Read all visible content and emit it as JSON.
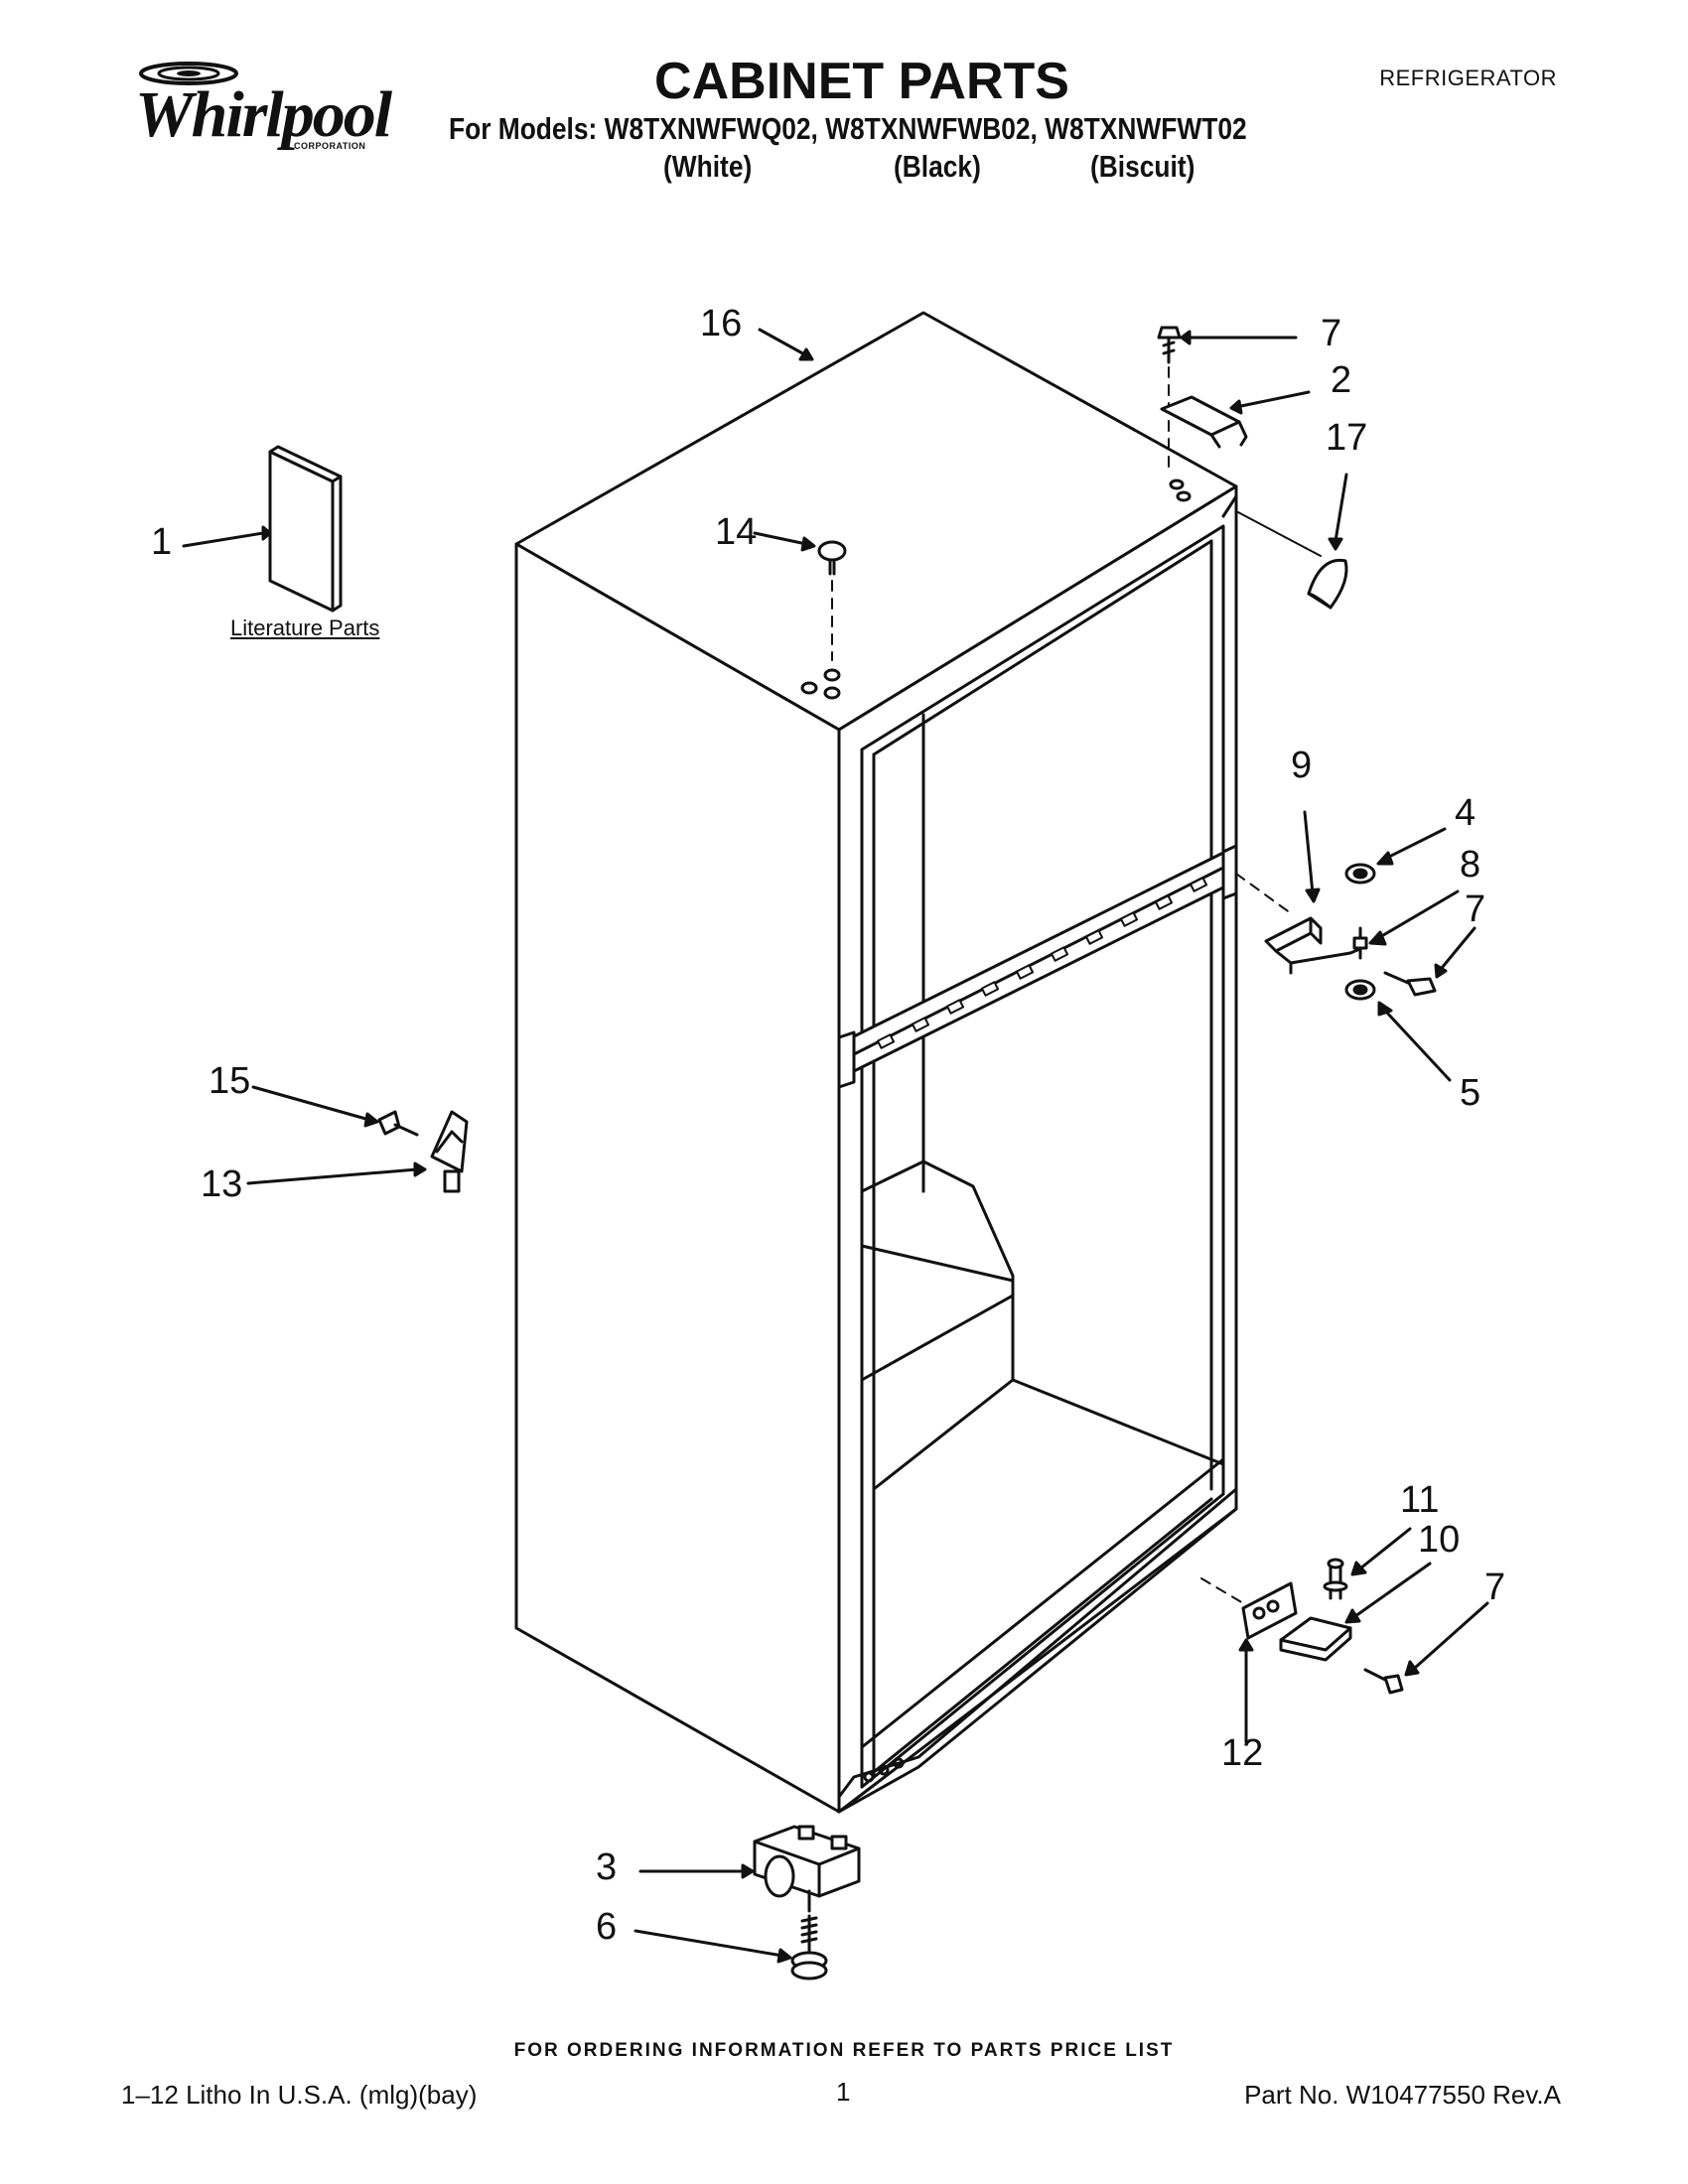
{
  "header": {
    "brand": "Whirlpool",
    "brand_sub": "CORPORATION",
    "title": "CABINET PARTS",
    "doc_type": "REFRIGERATOR",
    "models_line": "For Models: W8TXNWFWQ02, W8TXNWFWB02, W8TXNWFWT02",
    "variants": [
      "(White)",
      "(Black)",
      "(Biscuit)"
    ]
  },
  "diagram": {
    "literature_label": "Literature Parts",
    "callouts": [
      "16",
      "7",
      "2",
      "17",
      "1",
      "14",
      "9",
      "4",
      "8",
      "7",
      "5",
      "15",
      "13",
      "11",
      "10",
      "7",
      "12",
      "3",
      "6"
    ]
  },
  "footer": {
    "ordering_note": "FOR ORDERING INFORMATION REFER TO PARTS PRICE LIST",
    "litho": "1–12 Litho In U.S.A. (mlg)(bay)",
    "page_number": "1",
    "part_number": "Part No. W10477550 Rev.A"
  }
}
